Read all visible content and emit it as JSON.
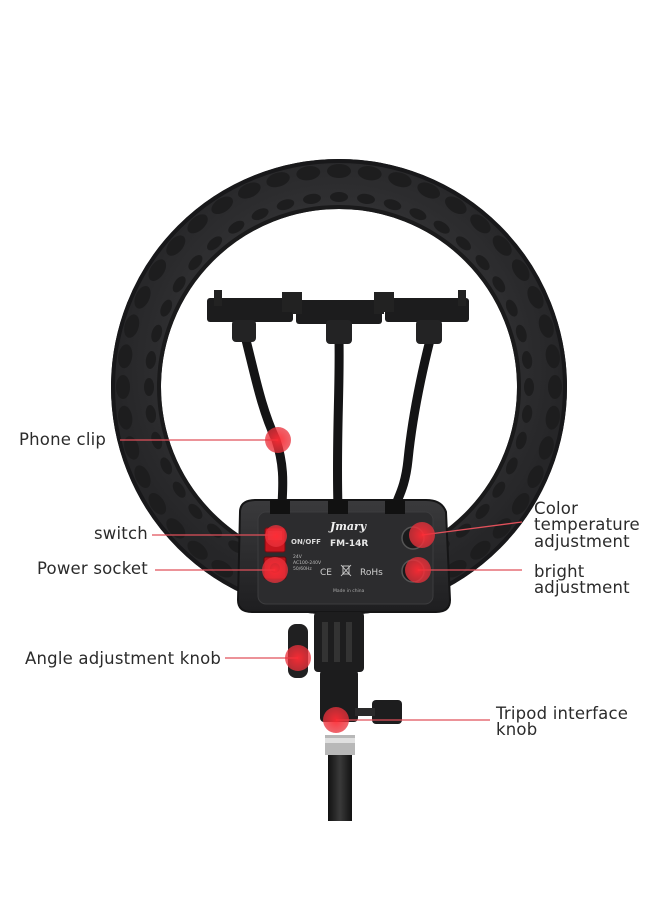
{
  "product": {
    "brand": "Jmary",
    "model": "FM-14R",
    "switch_text": "ON/OFF",
    "spec_lines": [
      "24V",
      "AC100-240V",
      "50/60Hz"
    ],
    "cert_ce": "CE",
    "cert_rohs": "RoHs",
    "made_in": "Made in china"
  },
  "annotations": {
    "phone_clip": "Phone clip",
    "switch": "switch",
    "power_socket": "Power socket",
    "angle_knob": "Angle adjustment knob",
    "color_temp_1": "Color",
    "color_temp_2": "temperature",
    "color_temp_3": "adjustment",
    "bright_1": "bright",
    "bright_2": "adjustment",
    "tripod_1": "Tripod interface",
    "tripod_2": "knob"
  },
  "colors": {
    "marker": "#e8323c",
    "line": "#e0505a",
    "ring": "#2f2f31",
    "ring_dark": "#1b1b1c",
    "text": "#2b2b2b"
  },
  "icons": [
    "phone-holder-icon",
    "rocker-switch-icon",
    "dial-knob-icon"
  ]
}
